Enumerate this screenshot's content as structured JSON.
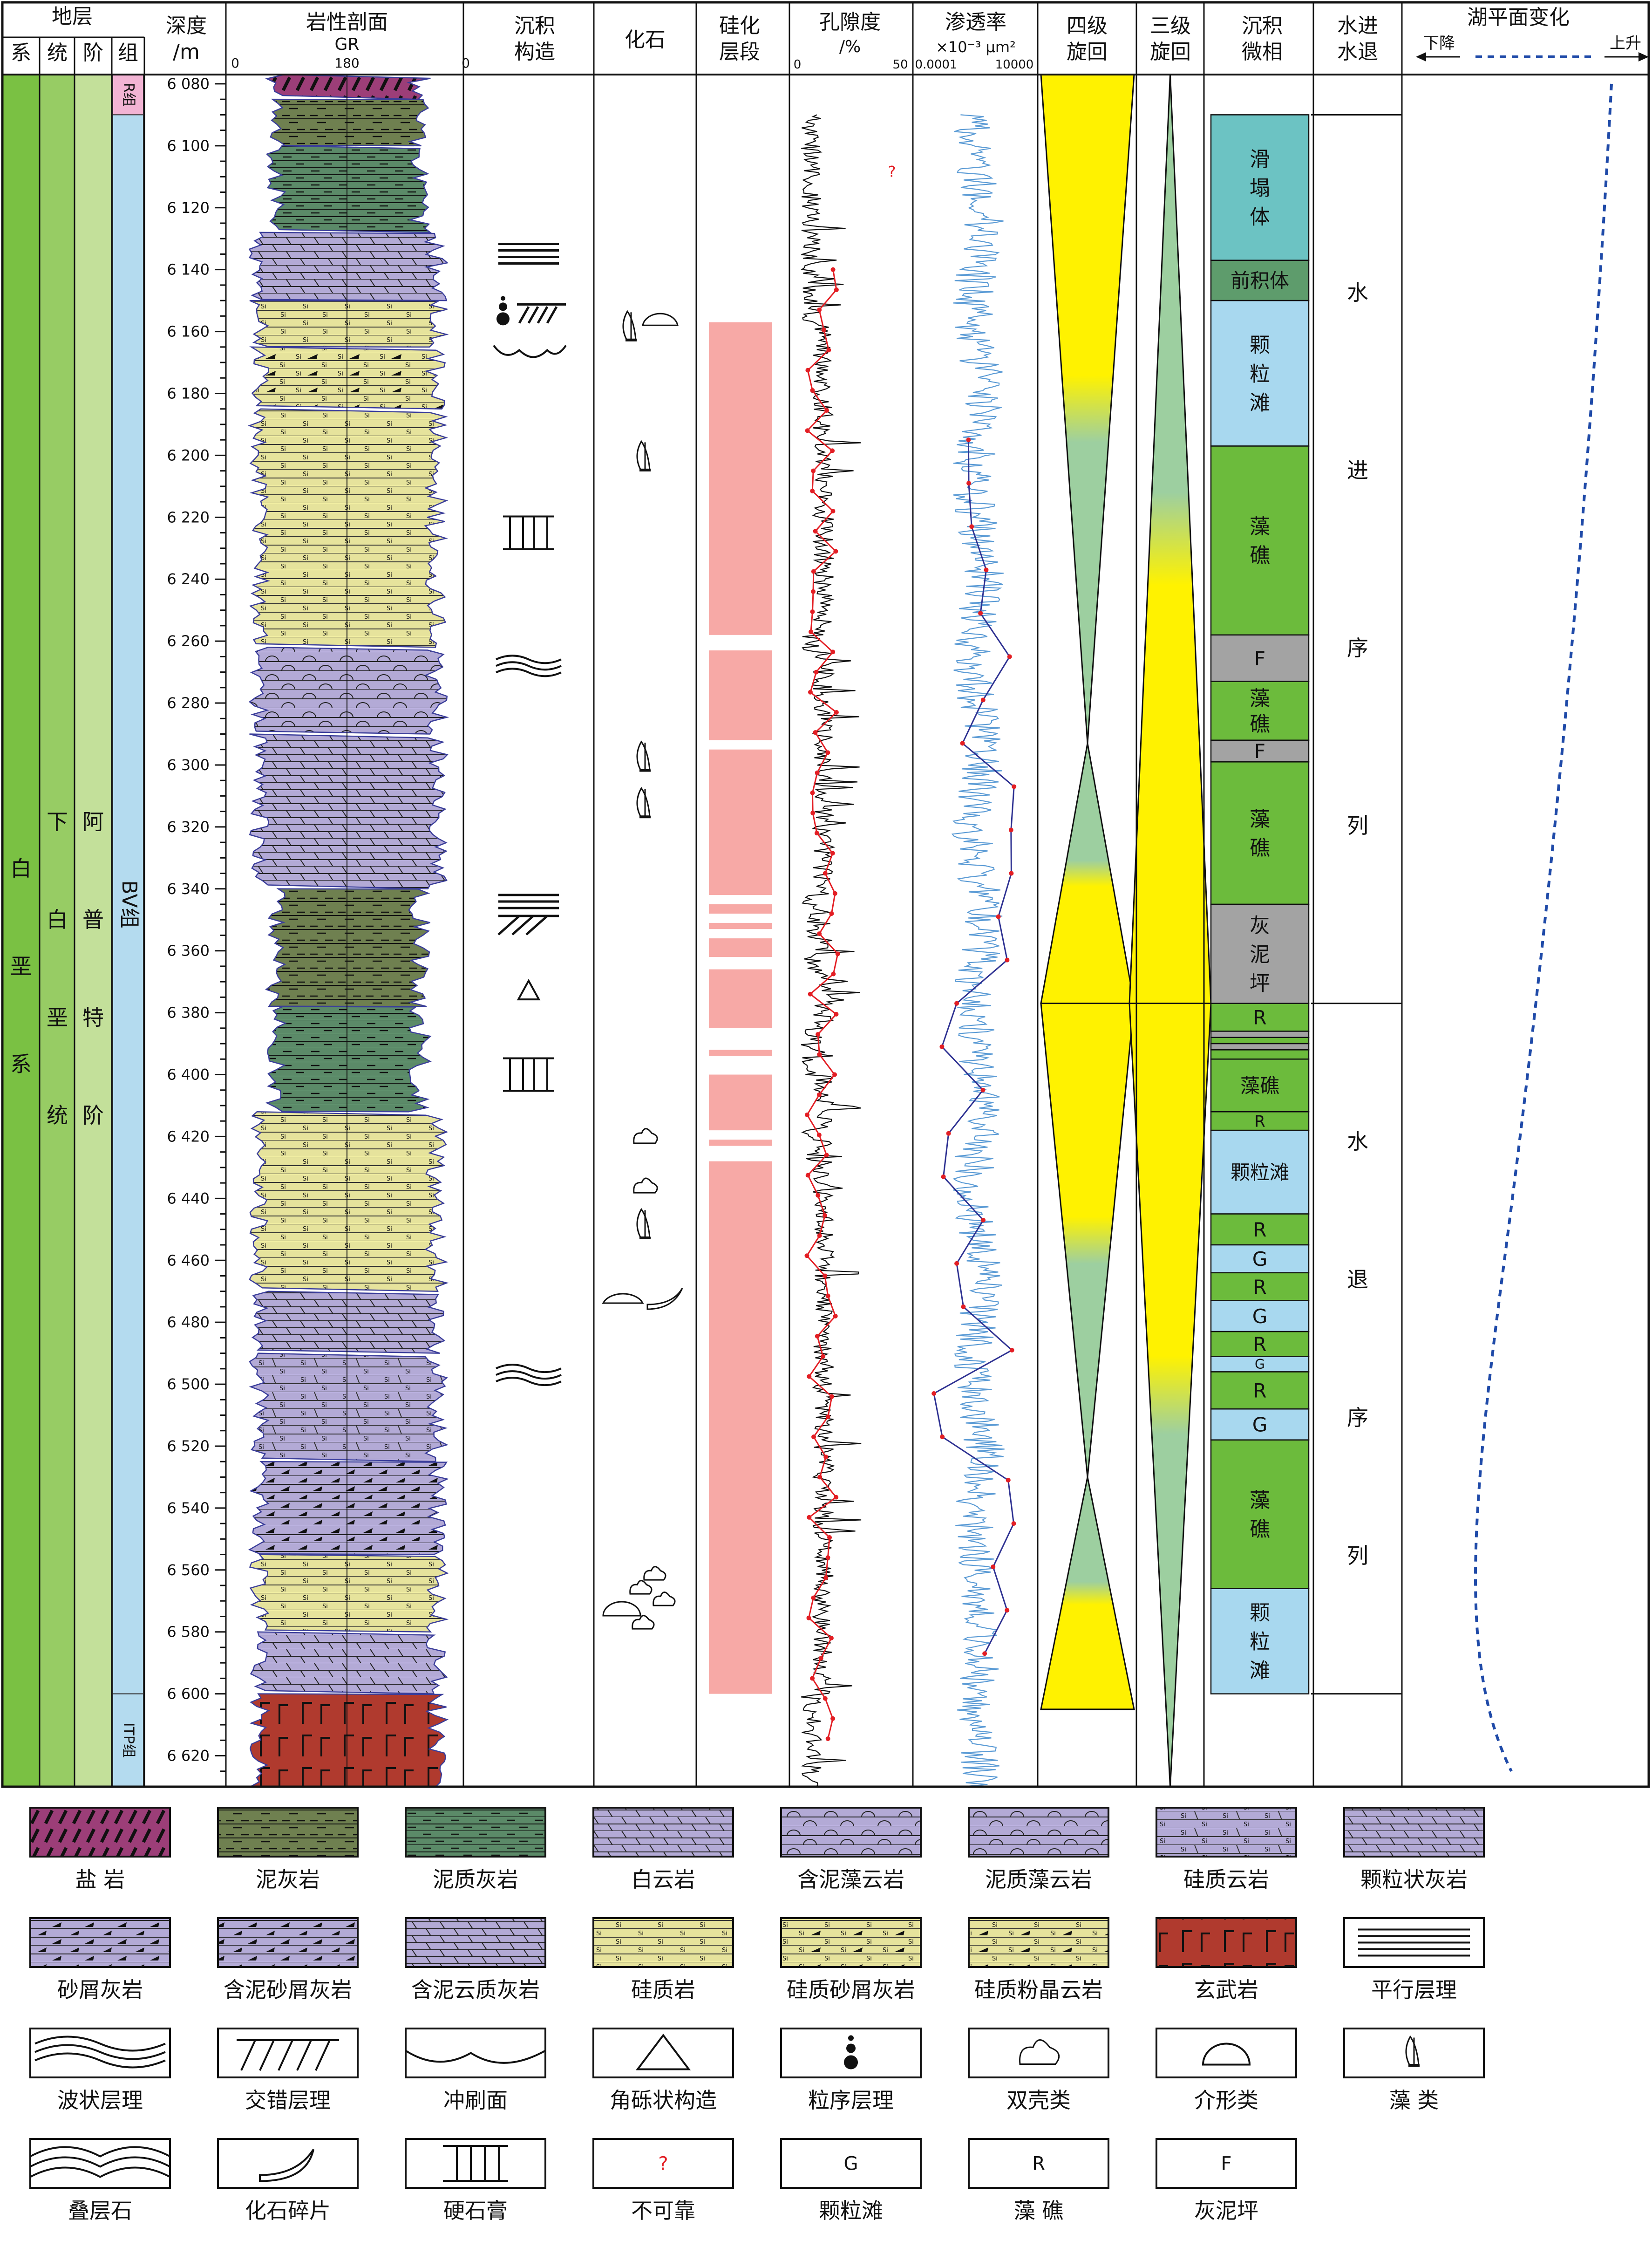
{
  "header": {
    "stratum": "地层",
    "system": "系",
    "series": "统",
    "stage": "阶",
    "formation": "组",
    "depth": [
      "深度",
      "/m"
    ],
    "lithology": "岩性剖面",
    "gr": "GR",
    "gr_scale": [
      "0",
      "180",
      "0"
    ],
    "structure": [
      "沉积",
      "构造"
    ],
    "fossil": "化石",
    "silica": [
      "硅化",
      "层段"
    ],
    "porosity": [
      "孔隙度",
      "/%"
    ],
    "porosity_scale": [
      "0",
      "50"
    ],
    "permeability": "渗透率",
    "perm_unit": "×10⁻³ μm²",
    "perm_scale": [
      "0.0001",
      "10000"
    ],
    "fourth_cycle": [
      "四级",
      "旋回"
    ],
    "third_cycle": [
      "三级",
      "旋回"
    ],
    "microfacies": [
      "沉积",
      "微相"
    ],
    "transgression": [
      "水进",
      "水退"
    ],
    "lake_level": "湖平面变化",
    "lake_down": "下降",
    "lake_up": "上升"
  },
  "strat": {
    "system": [
      "白",
      "垩",
      "系"
    ],
    "series": [
      "下",
      "白",
      "垩",
      "统"
    ],
    "stage": [
      "阿",
      "普",
      "特",
      "阶"
    ],
    "formations": [
      {
        "name": "R组",
        "top": 6077,
        "bottom": 6090,
        "color": "#f2b4d4"
      },
      {
        "name": "BV组",
        "top": 6090,
        "bottom": 6600,
        "color": "#b4dbef"
      },
      {
        "name": "ITP组",
        "top": 6600,
        "bottom": 6630,
        "color": "#b4dbef"
      }
    ],
    "colors": {
      "system": "#7ac143",
      "series": "#97cc64",
      "stage": "#c3e09a"
    }
  },
  "depth": {
    "top": 6077,
    "bottom": 6630,
    "labels": [
      "6 080",
      "6 100",
      "6 120",
      "6 140",
      "6 160",
      "6 180",
      "6 200",
      "6 220",
      "6 240",
      "6 260",
      "6 280",
      "6 300",
      "6 320",
      "6 340",
      "6 360",
      "6 380",
      "6 400",
      "6 420",
      "6 440",
      "6 460",
      "6 480",
      "6 500",
      "6 520",
      "6 540",
      "6 560",
      "6 580",
      "6 600",
      "6 620"
    ]
  },
  "lithology": [
    {
      "top": 6077,
      "bottom": 6085,
      "type": "salt"
    },
    {
      "top": 6085,
      "bottom": 6100,
      "type": "marl"
    },
    {
      "top": 6100,
      "bottom": 6128,
      "type": "argillaceous-limestone"
    },
    {
      "top": 6128,
      "bottom": 6150,
      "type": "dolomite"
    },
    {
      "top": 6150,
      "bottom": 6165,
      "type": "siliceous-rock"
    },
    {
      "top": 6165,
      "bottom": 6185,
      "type": "siliceous-debris-limestone"
    },
    {
      "top": 6185,
      "bottom": 6262,
      "type": "siliceous-rock"
    },
    {
      "top": 6262,
      "bottom": 6290,
      "type": "argillaceous-algal-dolomite"
    },
    {
      "top": 6290,
      "bottom": 6340,
      "type": "dolomite"
    },
    {
      "top": 6340,
      "bottom": 6378,
      "type": "marl"
    },
    {
      "top": 6378,
      "bottom": 6412,
      "type": "argillaceous-limestone"
    },
    {
      "top": 6412,
      "bottom": 6470,
      "type": "siliceous-rock"
    },
    {
      "top": 6470,
      "bottom": 6490,
      "type": "dolomite"
    },
    {
      "top": 6490,
      "bottom": 6525,
      "type": "siliceous-dolomite"
    },
    {
      "top": 6525,
      "bottom": 6555,
      "type": "debris-limestone"
    },
    {
      "top": 6555,
      "bottom": 6580,
      "type": "siliceous-rock"
    },
    {
      "top": 6580,
      "bottom": 6600,
      "type": "dolomite"
    },
    {
      "top": 6600,
      "bottom": 6630,
      "type": "basalt"
    }
  ],
  "structures": [
    {
      "depth": 6135,
      "type": "parallel-bedding"
    },
    {
      "depth": 6155,
      "type": "graded-cross"
    },
    {
      "depth": 6166,
      "type": "scour"
    },
    {
      "depth": 6225,
      "type": "gypsum"
    },
    {
      "depth": 6268,
      "type": "wavy"
    },
    {
      "depth": 6348,
      "type": "parallel-cross"
    },
    {
      "depth": 6373,
      "type": "breccia"
    },
    {
      "depth": 6400,
      "type": "gypsum"
    },
    {
      "depth": 6497,
      "type": "wavy"
    }
  ],
  "fossils": [
    {
      "depth": 6158,
      "type": "algae-ostracod"
    },
    {
      "depth": 6200,
      "type": "algae"
    },
    {
      "depth": 6297,
      "type": "algae"
    },
    {
      "depth": 6312,
      "type": "algae"
    },
    {
      "depth": 6420,
      "type": "bivalve"
    },
    {
      "depth": 6436,
      "type": "bivalve"
    },
    {
      "depth": 6448,
      "type": "algae"
    },
    {
      "depth": 6472,
      "type": "ostracod-fragment"
    },
    {
      "depth": 6568,
      "type": "bivalve-group"
    }
  ],
  "silica_intervals": [
    [
      6157,
      6258
    ],
    [
      6263,
      6292
    ],
    [
      6295,
      6342
    ],
    [
      6345,
      6348
    ],
    [
      6351,
      6353
    ],
    [
      6356,
      6362
    ],
    [
      6366,
      6385
    ],
    [
      6392,
      6394
    ],
    [
      6400,
      6418
    ],
    [
      6421,
      6423
    ],
    [
      6428,
      6600
    ]
  ],
  "porosity_question": {
    "depth": 6110,
    "text": "?"
  },
  "fourth_cycles": [
    {
      "top": 6077,
      "bottom": 6293,
      "kind": "falling"
    },
    {
      "top": 6293,
      "bottom": 6377,
      "kind": "rising"
    },
    {
      "top": 6377,
      "bottom": 6530,
      "kind": "falling"
    },
    {
      "top": 6530,
      "bottom": 6605,
      "kind": "rising"
    }
  ],
  "third_cycles": [
    {
      "top": 6077,
      "bottom": 6377,
      "kind": "rising"
    },
    {
      "top": 6377,
      "bottom": 6630,
      "kind": "falling"
    }
  ],
  "microfacies": [
    {
      "top": 6090,
      "bottom": 6137,
      "label": "滑塌体",
      "color": "#6cc3c3"
    },
    {
      "top": 6137,
      "bottom": 6150,
      "label": "前积体",
      "color": "#5e9c6c"
    },
    {
      "top": 6150,
      "bottom": 6197,
      "label": "颗粒滩",
      "color": "#a8d8ef"
    },
    {
      "top": 6197,
      "bottom": 6258,
      "label": "藻礁",
      "color": "#6cbb3c"
    },
    {
      "top": 6258,
      "bottom": 6273,
      "label": "F",
      "color": "#a3a3a3"
    },
    {
      "top": 6273,
      "bottom": 6292,
      "label": "藻礁",
      "color": "#6cbb3c"
    },
    {
      "top": 6292,
      "bottom": 6299,
      "label": "F",
      "color": "#a3a3a3"
    },
    {
      "top": 6299,
      "bottom": 6345,
      "label": "藻礁",
      "color": "#6cbb3c"
    },
    {
      "top": 6345,
      "bottom": 6377,
      "label": "灰泥坪",
      "color": "#a3a3a3"
    },
    {
      "top": 6377,
      "bottom": 6386,
      "label": "R",
      "color": "#6cbb3c"
    },
    {
      "top": 6386,
      "bottom": 6388,
      "label": "",
      "color": "#a3a3a3"
    },
    {
      "top": 6388,
      "bottom": 6390,
      "label": "",
      "color": "#6cbb3c"
    },
    {
      "top": 6390,
      "bottom": 6392,
      "label": "",
      "color": "#a3a3a3"
    },
    {
      "top": 6392,
      "bottom": 6395,
      "label": "",
      "color": "#6cbb3c"
    },
    {
      "top": 6395,
      "bottom": 6412,
      "label": "藻礁",
      "color": "#6cbb3c"
    },
    {
      "top": 6412,
      "bottom": 6418,
      "label": "R",
      "color": "#6cbb3c"
    },
    {
      "top": 6418,
      "bottom": 6445,
      "label": "颗粒滩",
      "color": "#a8d8ef"
    },
    {
      "top": 6445,
      "bottom": 6455,
      "label": "R",
      "color": "#6cbb3c"
    },
    {
      "top": 6455,
      "bottom": 6464,
      "label": "G",
      "color": "#a8d8ef"
    },
    {
      "top": 6464,
      "bottom": 6473,
      "label": "R",
      "color": "#6cbb3c"
    },
    {
      "top": 6473,
      "bottom": 6483,
      "label": "G",
      "color": "#a8d8ef"
    },
    {
      "top": 6483,
      "bottom": 6491,
      "label": "R",
      "color": "#6cbb3c"
    },
    {
      "top": 6491,
      "bottom": 6496,
      "label": "G",
      "color": "#a8d8ef"
    },
    {
      "top": 6496,
      "bottom": 6508,
      "label": "R",
      "color": "#6cbb3c"
    },
    {
      "top": 6508,
      "bottom": 6518,
      "label": "G",
      "color": "#a8d8ef"
    },
    {
      "top": 6518,
      "bottom": 6566,
      "label": "藻礁",
      "color": "#6cbb3c"
    },
    {
      "top": 6566,
      "bottom": 6600,
      "label": "颗粒滩",
      "color": "#a8d8ef"
    }
  ],
  "transgression": [
    {
      "top": 6090,
      "bottom": 6377,
      "label": [
        "水",
        "进",
        "序",
        "列"
      ]
    },
    {
      "top": 6377,
      "bottom": 6600,
      "label": [
        "水",
        "退",
        "序",
        "列"
      ]
    }
  ],
  "legend": [
    {
      "label": "盐 岩",
      "pattern": "salt"
    },
    {
      "label": "泥灰岩",
      "pattern": "marl"
    },
    {
      "label": "泥质灰岩",
      "pattern": "argillaceous-limestone"
    },
    {
      "label": "白云岩",
      "pattern": "dolomite"
    },
    {
      "label": "含泥藻云岩",
      "pattern": "argillaceous-algal-dolomite"
    },
    {
      "label": "泥质藻云岩",
      "pattern": "muddy-algal-dolomite"
    },
    {
      "label": "硅质云岩",
      "pattern": "siliceous-dolomite"
    },
    {
      "label": "颗粒状灰岩",
      "pattern": "granular-limestone"
    },
    {
      "label": "砂屑灰岩",
      "pattern": "debris-limestone"
    },
    {
      "label": "含泥砂屑灰岩",
      "pattern": "argillaceous-debris-limestone"
    },
    {
      "label": "含泥云质灰岩",
      "pattern": "argillaceous-dolomitic-limestone"
    },
    {
      "label": "硅质岩",
      "pattern": "siliceous-rock"
    },
    {
      "label": "硅质砂屑灰岩",
      "pattern": "siliceous-debris-limestone"
    },
    {
      "label": "硅质粉晶云岩",
      "pattern": "siliceous-silt-dolomite"
    },
    {
      "label": "玄武岩",
      "pattern": "basalt"
    },
    {
      "label": "平行层理",
      "pattern": "parallel-bedding"
    },
    {
      "label": "波状层理",
      "pattern": "wavy"
    },
    {
      "label": "交错层理",
      "pattern": "cross"
    },
    {
      "label": "冲刷面",
      "pattern": "scour"
    },
    {
      "label": "角砾状构造",
      "pattern": "breccia"
    },
    {
      "label": "粒序层理",
      "pattern": "graded"
    },
    {
      "label": "双壳类",
      "pattern": "bivalve"
    },
    {
      "label": "介形类",
      "pattern": "ostracod"
    },
    {
      "label": "藻 类",
      "pattern": "algae"
    },
    {
      "label": "叠层石",
      "pattern": "stromatolite"
    },
    {
      "label": "化石碎片",
      "pattern": "fragment"
    },
    {
      "label": "硬石膏",
      "pattern": "gypsum"
    },
    {
      "label": "不可靠",
      "pattern": "unreliable"
    },
    {
      "label": "颗粒滩",
      "pattern": "G"
    },
    {
      "label": "藻 礁",
      "pattern": "R"
    },
    {
      "label": "灰泥坪",
      "pattern": "F"
    }
  ],
  "legend_texts": {
    "si": "Si",
    "unreliable": "?",
    "G": "G",
    "R": "R",
    "F": "F"
  },
  "colors": {
    "purple": "#b3aad6",
    "yellow": "#e6e39c",
    "marl": "#6f8050",
    "argil": "#5b8a68",
    "salt": "#9c3e78",
    "basalt": "#b03a2e",
    "silica": "#f7a9a6",
    "cycle_yellow": "#fff200",
    "cycle_green": "#9dcfa0",
    "por": "#e31e24",
    "perm": "#2e3192",
    "perm_light": "#5b9bd5"
  }
}
